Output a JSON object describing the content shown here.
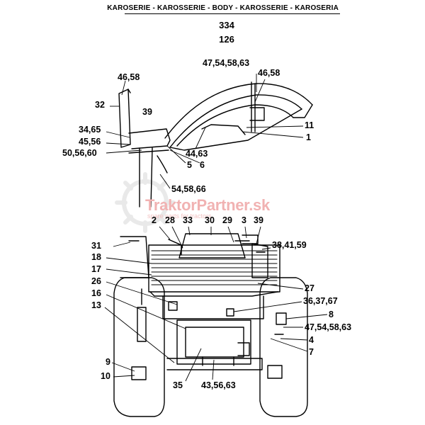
{
  "header": {
    "title": "KAROSERIE - KAROSSERIE - BODY - KAROSSERIE - KAROSERIA",
    "page_numbers": [
      "334",
      "126"
    ]
  },
  "watermark": {
    "text": "TraktorPartner.sk",
    "tagline": "spare parts for tractors"
  },
  "callouts": [
    {
      "id": "c-47-54-58-63-top",
      "text": "47,54,58,63"
    },
    {
      "id": "c-46-58-right",
      "text": "46,58"
    },
    {
      "id": "c-46-58-left",
      "text": "46,58"
    },
    {
      "id": "c-32",
      "text": "32"
    },
    {
      "id": "c-39-top",
      "text": "39"
    },
    {
      "id": "c-34-65",
      "text": "34,65"
    },
    {
      "id": "c-45-56",
      "text": "45,56"
    },
    {
      "id": "c-50-56-60",
      "text": "50,56,60"
    },
    {
      "id": "c-11",
      "text": "11"
    },
    {
      "id": "c-1",
      "text": "1"
    },
    {
      "id": "c-44-63",
      "text": "44,63"
    },
    {
      "id": "c-5",
      "text": "5"
    },
    {
      "id": "c-6",
      "text": "6"
    },
    {
      "id": "c-54-58-66",
      "text": "54,58,66"
    },
    {
      "id": "c-2",
      "text": "2"
    },
    {
      "id": "c-28",
      "text": "28"
    },
    {
      "id": "c-33",
      "text": "33"
    },
    {
      "id": "c-30",
      "text": "30"
    },
    {
      "id": "c-29",
      "text": "29"
    },
    {
      "id": "c-3",
      "text": "3"
    },
    {
      "id": "c-39-mid",
      "text": "39"
    },
    {
      "id": "c-31",
      "text": "31"
    },
    {
      "id": "c-38-41-59",
      "text": "38,41,59"
    },
    {
      "id": "c-18",
      "text": "18"
    },
    {
      "id": "c-17",
      "text": "17"
    },
    {
      "id": "c-26",
      "text": "26"
    },
    {
      "id": "c-27",
      "text": "27"
    },
    {
      "id": "c-16",
      "text": "16"
    },
    {
      "id": "c-36-37-67",
      "text": "36,37,67"
    },
    {
      "id": "c-13",
      "text": "13"
    },
    {
      "id": "c-8",
      "text": "8"
    },
    {
      "id": "c-47-54-58-63-bottom",
      "text": "47,54,58,63"
    },
    {
      "id": "c-4",
      "text": "4"
    },
    {
      "id": "c-7",
      "text": "7"
    },
    {
      "id": "c-9",
      "text": "9"
    },
    {
      "id": "c-10",
      "text": "10"
    },
    {
      "id": "c-35",
      "text": "35"
    },
    {
      "id": "c-43-56-63",
      "text": "43,56,63"
    }
  ]
}
